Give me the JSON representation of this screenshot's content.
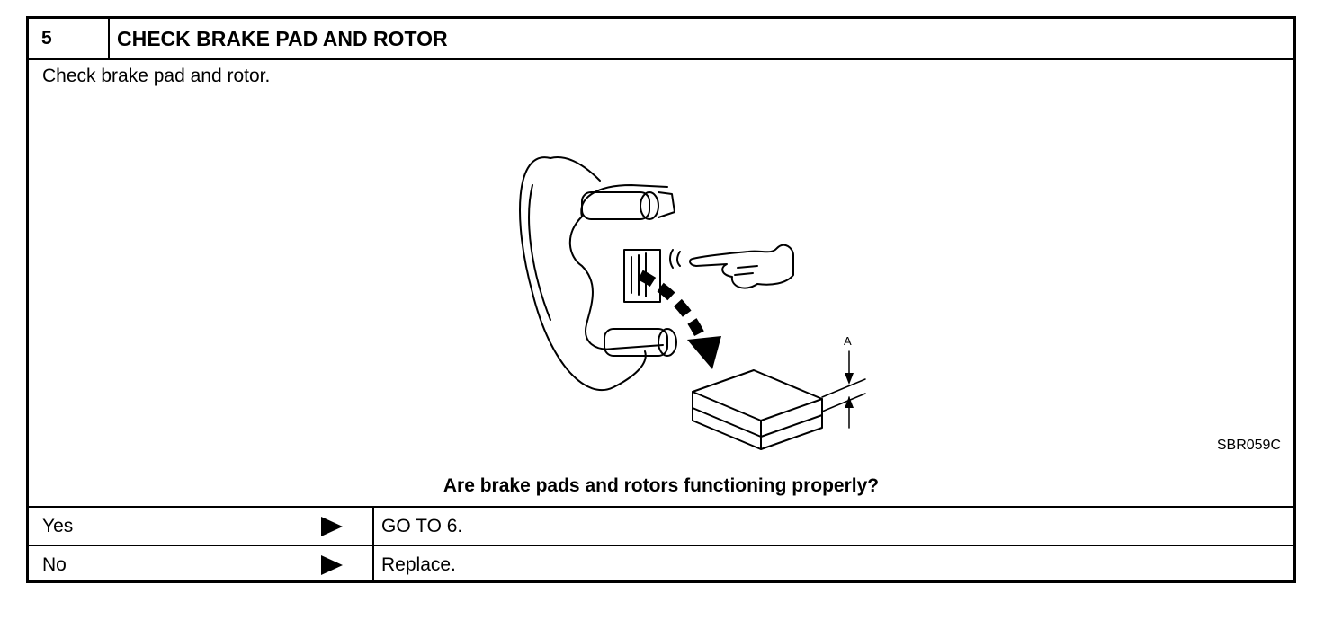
{
  "step": {
    "number": "5",
    "title": "CHECK BRAKE PAD AND ROTOR",
    "instruction": "Check brake pad and rotor."
  },
  "figure": {
    "dimension_label": "A",
    "code": "SBR059C"
  },
  "question": "Are brake pads and rotors functioning properly?",
  "answers": [
    {
      "label": "Yes",
      "action": "GO TO 6."
    },
    {
      "label": "No",
      "action": "Replace."
    }
  ]
}
